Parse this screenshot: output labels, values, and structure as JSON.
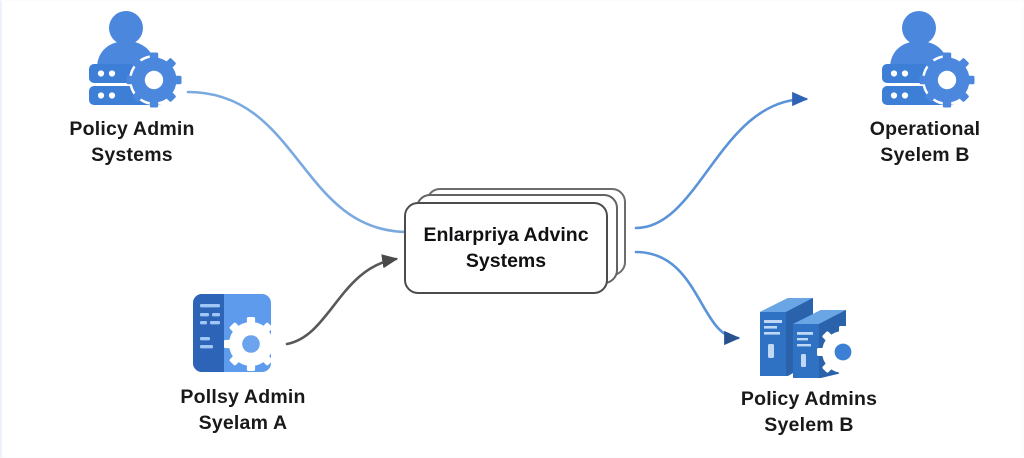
{
  "diagram": {
    "title": "Policy and operational systems integration flow",
    "background_color": "#ffffff",
    "accent_blue": "#4a87dd",
    "light_edge_blue": "#7aa9e0",
    "dark_edge_gray": "#585858",
    "arrow_blue": "#2f63b5",
    "label_color": "#19191b"
  },
  "nodes": {
    "policy_admin_systems": {
      "label": "Policy Admin\nSystems",
      "icon": "user-server-gear-icon"
    },
    "operational_system_b": {
      "label": "Operational\nSyelem B",
      "icon": "user-server-gear-icon"
    },
    "policy_admin_system_a": {
      "label": "Pollsy Admin\nSyelam A",
      "icon": "document-card-gear-icon"
    },
    "policy_admins_system_b": {
      "label": "Policy Admins\nSyelem B",
      "icon": "server-books-gear-icon"
    },
    "enterprise_admin_systems": {
      "label": "Enlarpriya Advinc\nSystems",
      "icon": "stacked-cards-icon"
    }
  },
  "edges": [
    {
      "name": "policy-admin-systems-to-enterprise",
      "from": "policy_admin_systems",
      "to": "enterprise_admin_systems",
      "color": "#7aa9e0",
      "arrowhead": false
    },
    {
      "name": "policy-admin-system-a-to-enterprise",
      "from": "policy_admin_system_a",
      "to": "enterprise_admin_systems",
      "color": "#585858",
      "arrowhead": true
    },
    {
      "name": "enterprise-to-operational-system-b",
      "from": "enterprise_admin_systems",
      "to": "operational_system_b",
      "color": "#5b93d8",
      "arrowhead": true
    },
    {
      "name": "enterprise-to-policy-admins-system-b",
      "from": "enterprise_admin_systems",
      "to": "policy_admins_system_b",
      "color": "#5b93d8",
      "arrowhead": true
    }
  ]
}
